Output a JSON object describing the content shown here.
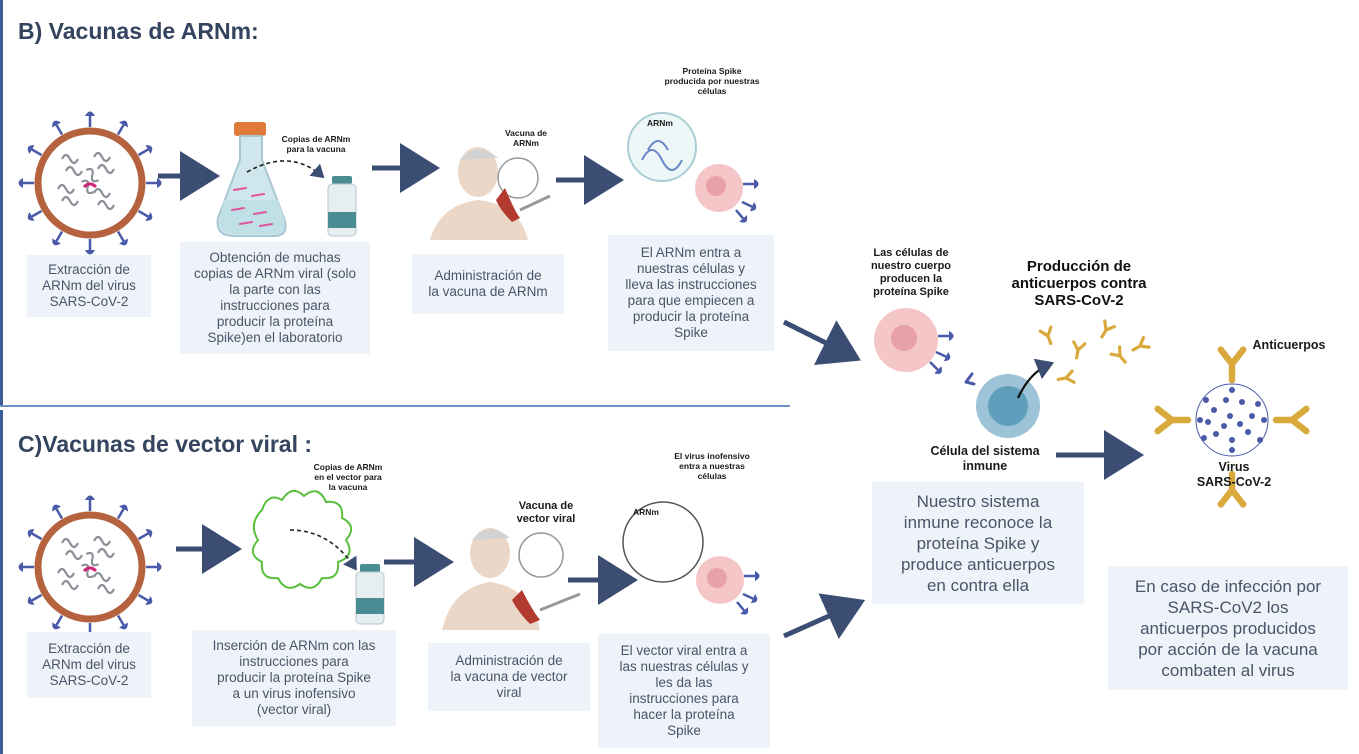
{
  "section_b": {
    "title": "B) Vacunas de ARNm:",
    "label_copies": "Copias de ARNm\npara la vacuna",
    "label_vaccine": "Vacuna de\nARNm",
    "label_spike_produced": "Proteína Spike\nproducida por nuestras\ncélulas",
    "label_arnm_circle": "ARNm",
    "steps": [
      "Extracción de\nARNm del virus\nSARS-CoV-2",
      "Obtención de muchas\ncopias de ARNm viral (solo\nla parte con las\ninstrucciones para\nproducir la proteína\nSpike)en el laboratorio",
      "Administración de\nla vacuna de ARNm",
      "El ARNm entra a\nnuestras células y\nlleva las instrucciones\npara que empiecen a\nproducir la proteína\nSpike"
    ]
  },
  "section_c": {
    "title": "C)Vacunas de vector viral :",
    "label_copies": "Copias de ARNm\nen el vector para\nla vacuna",
    "label_vaccine": "Vacuna de\nvector viral",
    "label_virus_enters": "El virus inofensivo\nentra a nuestras\ncélulas",
    "label_arnm_circle": "ARNm",
    "steps": [
      "Extracción de\nARNm del virus\nSARS-CoV-2",
      "Inserción de ARNm con las\ninstrucciones para\nproducir la proteína Spike\na un virus inofensivo\n(vector viral)",
      "Administración de\nla vacuna de vector\nviral",
      "El vector viral entra a\nlas nuestras células y\nles da las\ninstrucciones para\nhacer la proteína\nSpike"
    ]
  },
  "center": {
    "label_cells": "Las células de\nnuestro cuerpo\nproducen la\nproteína Spike",
    "label_antibody_production": "Producción de\nanticuerpos contra\nSARS-CoV-2",
    "label_immune_cell": "Célula del sistema\ninmune",
    "box_text": "Nuestro sistema\ninmune reconoce la\nproteína Spike y\nproduce anticuerpos\nen contra ella"
  },
  "right": {
    "label_antibodies": "Anticuerpos",
    "label_virus": "Virus\nSARS-CoV-2",
    "box_text": "En caso de infección por\nSARS-CoV2 los\nanticuerpos producidos\npor acción de la vacuna\ncombaten al virus"
  },
  "colors": {
    "title": "#34445e",
    "arrow": "#3b4d73",
    "box_bg": "#eef3fa",
    "virus_ring": "#b5633e",
    "spike": "#4a5aa8",
    "cell_pink": "#f4c6c8",
    "antibody": "#d9a93c",
    "immune_cell": "#9cc3d6"
  }
}
